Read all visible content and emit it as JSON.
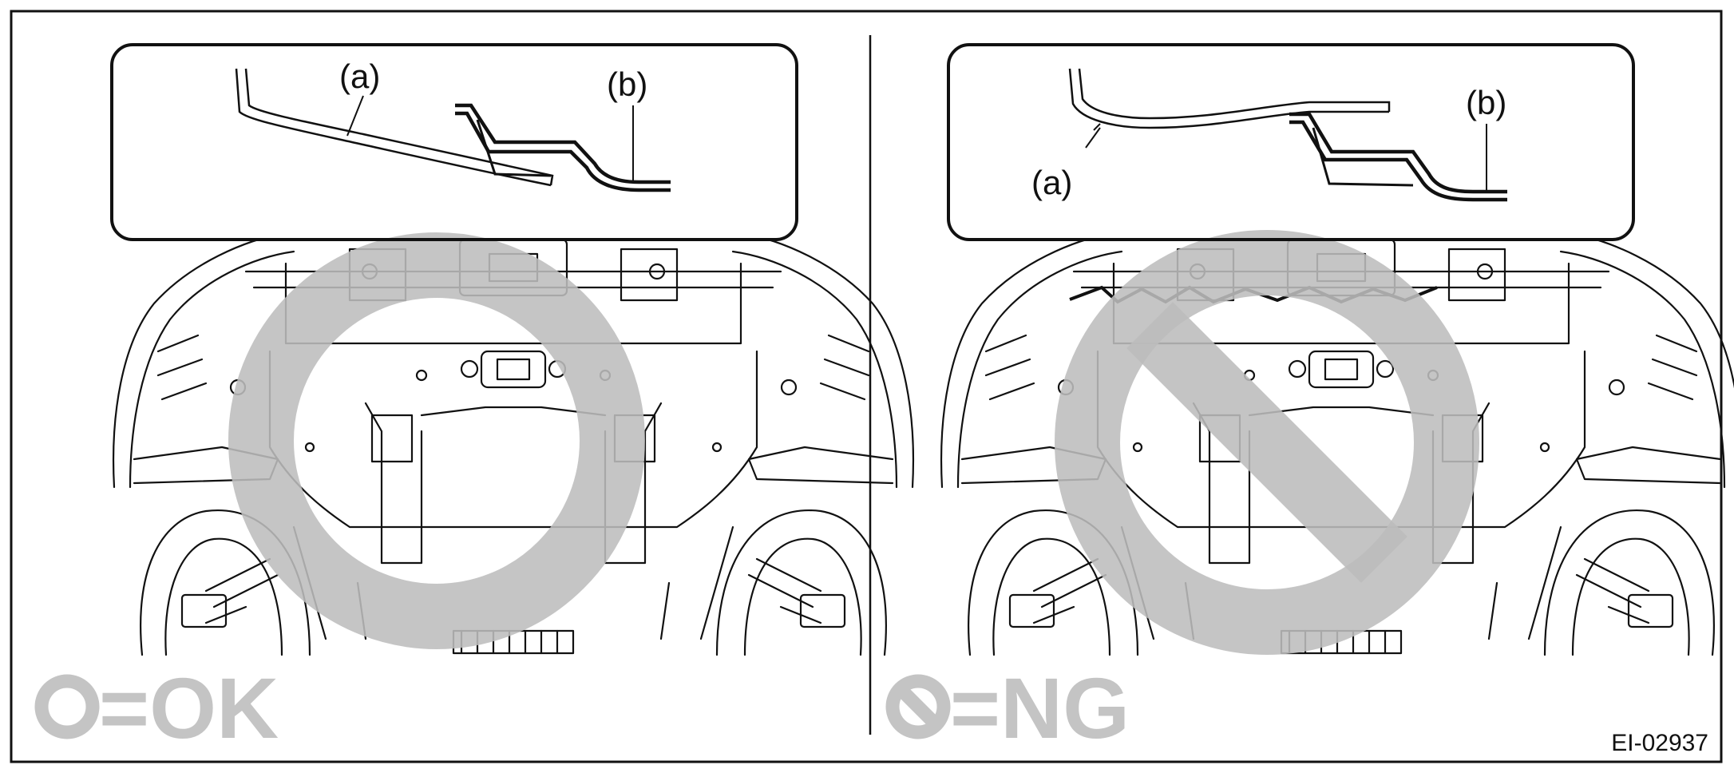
{
  "colors": {
    "ink": "#111111",
    "symbol_gray": "#bdbdbd",
    "label_gray": "#c4c4c4",
    "background": "#ffffff"
  },
  "figure_code": "EI-02937",
  "panels": [
    {
      "id": "ok",
      "inset_labels": {
        "a": "(a)",
        "b": "(b)"
      },
      "verdict": {
        "symbol": "circle-icon",
        "text": "=OK"
      }
    },
    {
      "id": "ng",
      "inset_labels": {
        "a": "(a)",
        "b": "(b)"
      },
      "verdict": {
        "symbol": "prohibition-icon",
        "text": "=NG"
      }
    }
  ]
}
